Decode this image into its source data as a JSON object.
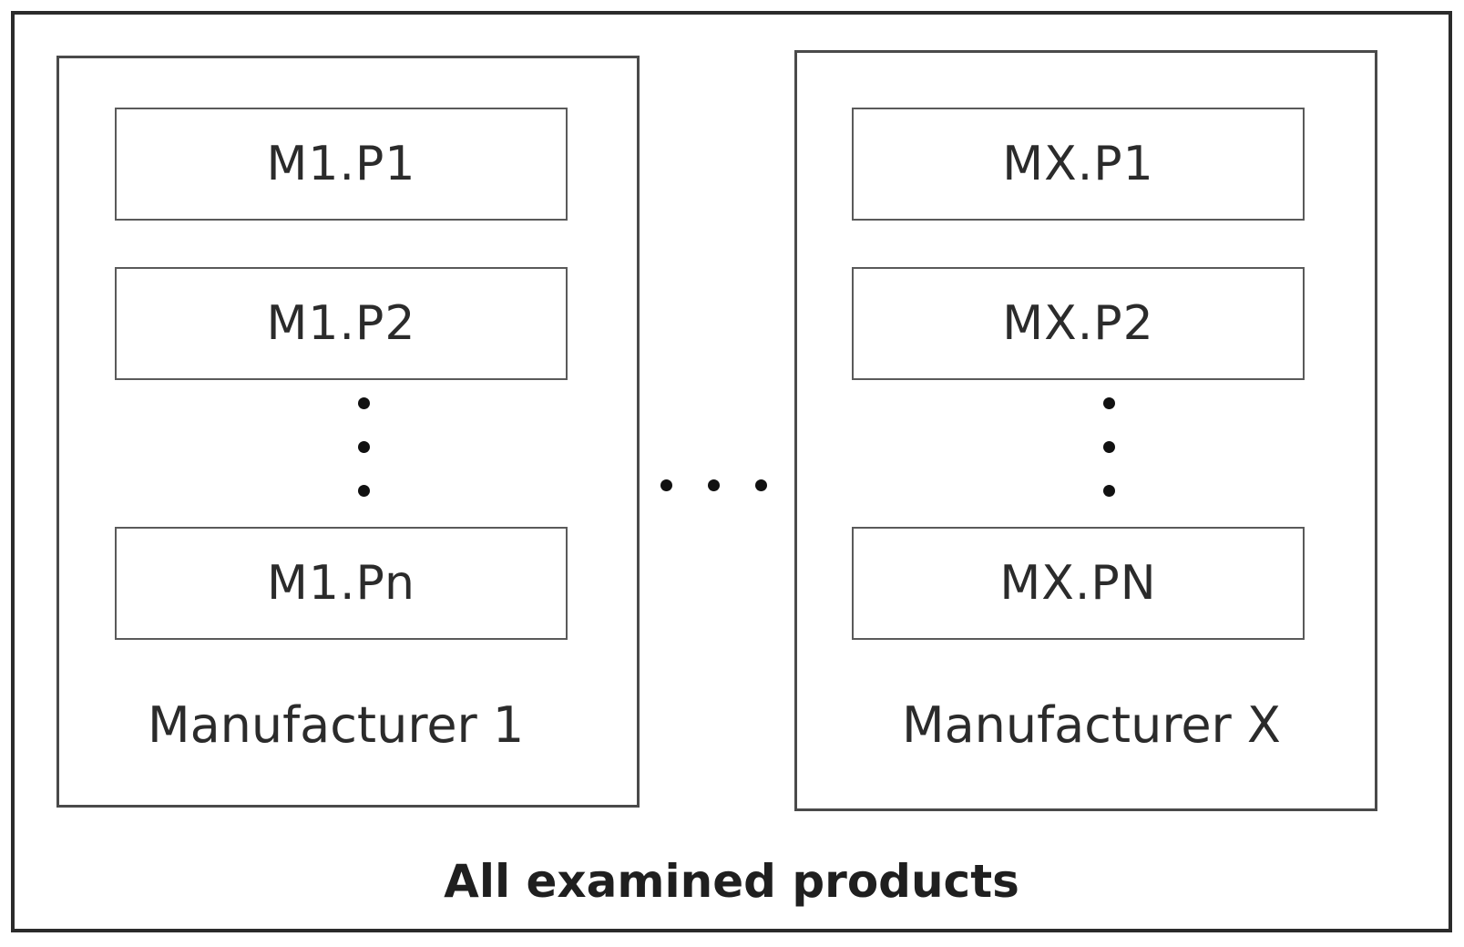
{
  "caption": "All examined products",
  "groups": [
    {
      "label": "Manufacturer 1",
      "products": [
        "M1.P1",
        "M1.P2",
        "M1.Pn"
      ]
    },
    {
      "label": "Manufacturer X",
      "products": [
        "MX.P1",
        "MX.P2",
        "MX.PN"
      ]
    }
  ]
}
